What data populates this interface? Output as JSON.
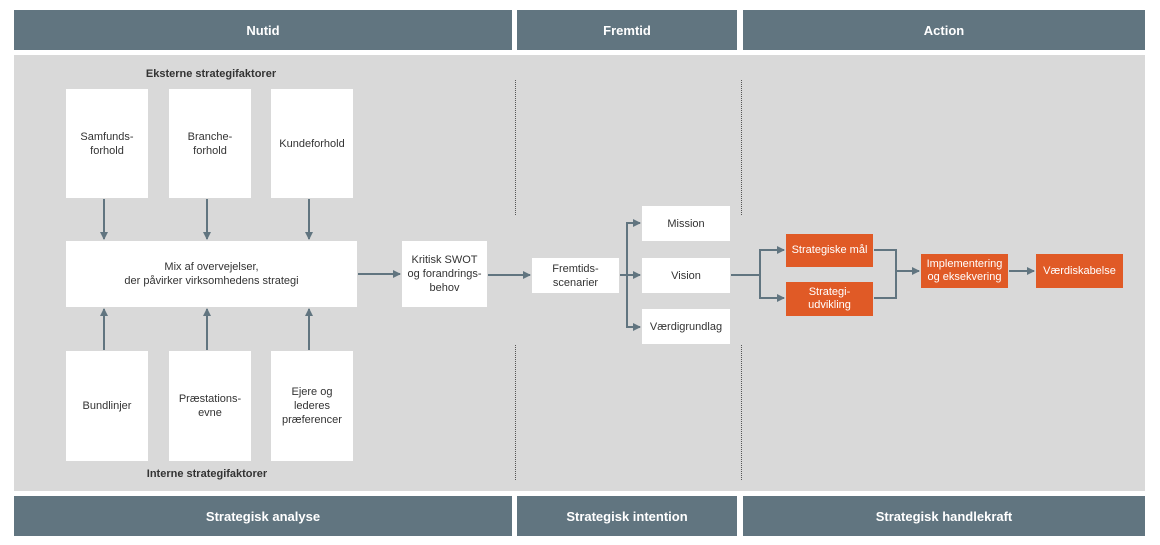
{
  "headers": {
    "top": [
      "Nutid",
      "Fremtid",
      "Action"
    ],
    "bottom": [
      "Strategisk analyse",
      "Strategisk intention",
      "Strategisk handlekraft"
    ]
  },
  "labels": {
    "external": "Eksterne strategifaktorer",
    "internal": "Interne strategifaktorer"
  },
  "external_factors": [
    "Samfunds-\nforhold",
    "Branche-\nforhold",
    "Kundeforhold"
  ],
  "internal_factors": [
    "Bundlinjer",
    "Præstations-\nevne",
    "Ejere og\nlederes\npræferencer"
  ],
  "mix": "Mix af overvejelser,\nder påvirker virksomhedens strategi",
  "swot": "Kritisk SWOT\nog forandrings-\nbehov",
  "scenarier": "Fremtids-\nscenarier",
  "intention_items": [
    "Mission",
    "Vision",
    "Værdigrundlag"
  ],
  "action_items": {
    "maal": "Strategiske mål",
    "udvikling": "Strategi-\nudvikling",
    "implementering": "Implementering\nog eksekvering",
    "vaerdiskabelse": "Værdiskabelse"
  },
  "colors": {
    "header": "#617580",
    "panel": "#d9d9d9",
    "accent": "#e05a26",
    "arrow": "#617580"
  }
}
